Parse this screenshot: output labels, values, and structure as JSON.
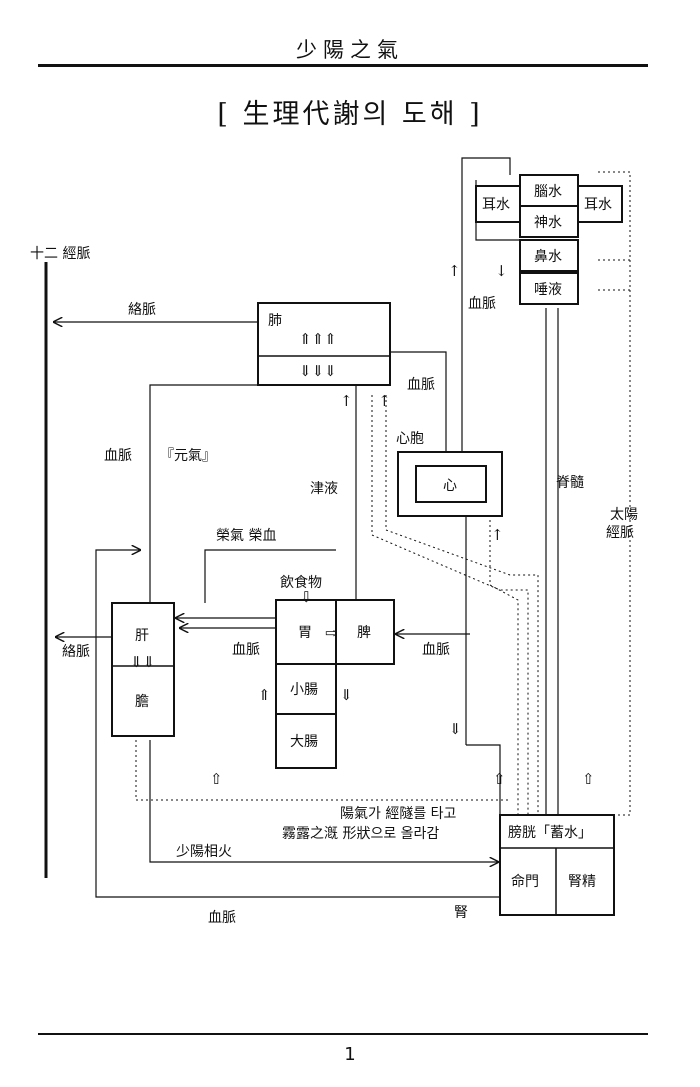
{
  "page": {
    "running_head": "少陽之氣",
    "title": "[ 生理代謝의 도해 ]",
    "page_number": "1"
  },
  "diagram": {
    "nodes": {
      "lung": "肺",
      "heart_outer": "心胞",
      "heart_inner": "心",
      "stomach": "胃",
      "spleen": "脾",
      "food": "飲食物",
      "liver": "肝",
      "gallbladder": "膽",
      "small_intestine": "小腸",
      "large_intestine": "大腸",
      "ear_left": "耳水",
      "ear_right": "耳水",
      "brain": "腦水",
      "spirit": "神水",
      "nose": "鼻水",
      "saliva": "唾液",
      "bladder": "膀胱「蓄水」",
      "life_gate": "命門",
      "kidney_essence": "腎精"
    },
    "labels": {
      "twelve_meridians": "十二 經脈",
      "collateral_top": "絡脈",
      "collateral_left": "絡脈",
      "blood_vessel_left": "血脈",
      "original_qi": "『元氣』",
      "body_fluid": "津液",
      "blood_vessel_lung": "血脈",
      "blood_vessel_top": "血脈",
      "nutrient": "榮氣 榮血",
      "blood_vessel_stomach": "血脈",
      "blood_vessel_spleen": "血脈",
      "spinal_cord": "脊髓",
      "taiyang_meridian": "太陽\n經脈",
      "yang_qi_line1": "陽氣가 經隧를 타고",
      "yang_qi_line2": "霧露之漑 形狀으로 올라감",
      "shaoyang_fire": "少陽相火",
      "blood_vessel_bottom": "血脈",
      "kidney": "腎"
    },
    "glyphs": {
      "up3": "⇑⇑⇑",
      "down3": "⇓⇓⇓",
      "down2": "⇓⇓",
      "up": "↑",
      "down": "↓",
      "hollow_up": "⇧",
      "hollow_down": "⇩",
      "double_up": "⇑",
      "double_down": "⇓",
      "right_hollow": "⇨"
    }
  }
}
